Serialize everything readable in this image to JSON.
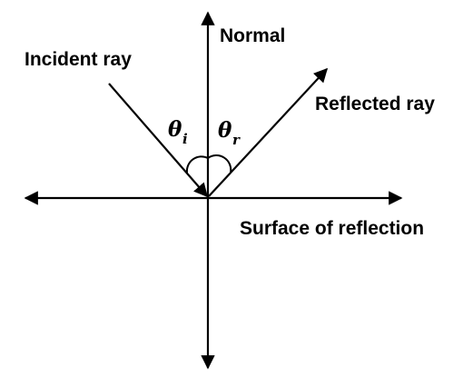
{
  "labels": {
    "normal": "Normal",
    "incident_ray": "Incident ray",
    "reflected_ray": "Reflected ray",
    "surface": "Surface of reflection",
    "theta": "θ",
    "theta_i_sub": "i",
    "theta_r_sub": "r"
  },
  "colors": {
    "line": "#000000",
    "background": "#ffffff"
  }
}
